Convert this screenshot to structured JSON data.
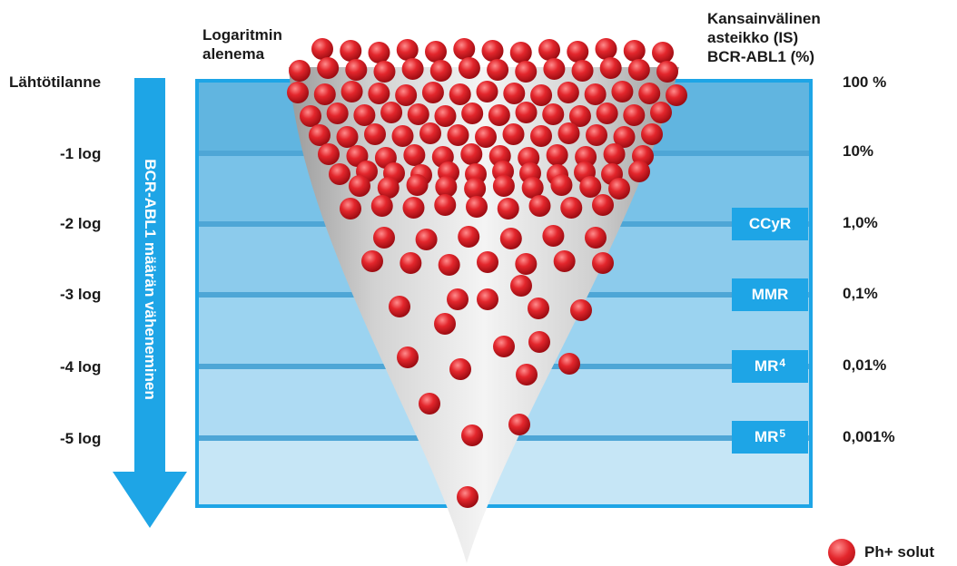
{
  "labels": {
    "start": "Lähtötilanne",
    "log_reduction": [
      "Logaritmin",
      "alenema"
    ],
    "scale": [
      "Kansainvälinen",
      "asteikko (IS)",
      "BCR-ABL1 (%)"
    ],
    "arrow": "BCR-ABL1 määrän väheneminen"
  },
  "logs": [
    "-1 log",
    "-2 log",
    "-3 log",
    "-4 log",
    "-5 log"
  ],
  "percents": [
    "100 %",
    "10%",
    "1,0%",
    "0,1%",
    "0,01%",
    "0,001%"
  ],
  "responses": [
    {
      "text": "CCyR",
      "sup": ""
    },
    {
      "text": "MMR",
      "sup": ""
    },
    {
      "text": "MR",
      "sup": "4"
    },
    {
      "text": "MR",
      "sup": "5"
    }
  ],
  "legend": "Ph+ solut",
  "colors": {
    "arrow": "#1ea5e6",
    "box_border": "#1ea5e6",
    "band_top": "#60b4df",
    "band_bottom": "#c6e6f6",
    "cell": "#e0262c"
  }
}
